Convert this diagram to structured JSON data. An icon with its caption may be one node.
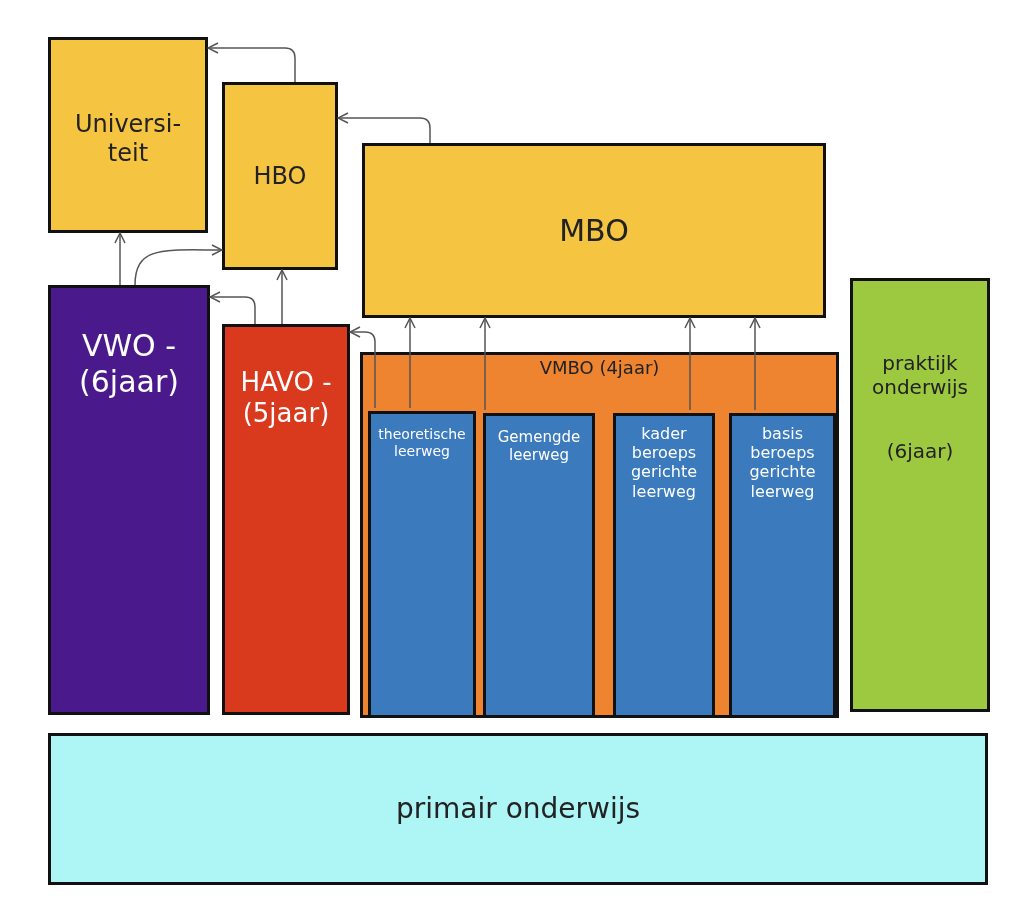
{
  "diagram": {
    "nodes": [
      {
        "text": [
          "Universi- teit"
        ]
      },
      {
        "text": [
          "HBO"
        ]
      },
      {
        "text": [
          "MBO"
        ]
      },
      {
        "text": [
          "VWO - (6jaar)"
        ]
      },
      {
        "text": [
          "HAVO - (5jaar)"
        ]
      },
      {
        "text": [
          "VMBO (4jaar)"
        ]
      },
      {
        "text": [
          "theoretische leerweg"
        ],
        "in": 5
      },
      {
        "text": [
          "Gemengde leerweg"
        ],
        "in": 5
      },
      {
        "text": [
          "kader beroeps gerichte leerweg"
        ],
        "in": 5
      },
      {
        "text": [
          "basis beroeps gerichte leerweg"
        ],
        "in": 5
      },
      {
        "text": [
          "praktijk onderwijs",
          "(6jaar)"
        ]
      },
      {
        "text": [
          "primair onderwijs"
        ]
      }
    ],
    "edges": [
      {
        "from": 1,
        "to": 0,
        "arrow": "to"
      },
      {
        "from": 2,
        "to": 1,
        "arrow": "to"
      },
      {
        "from": 3,
        "to": 0,
        "arrow": "to"
      },
      {
        "from": 3,
        "to": 1,
        "arrow": "to"
      },
      {
        "from": 4,
        "to": 3,
        "arrow": "to"
      },
      {
        "from": 4,
        "to": 1,
        "arrow": "to"
      },
      {
        "from": 6,
        "to": 4,
        "arrow": "to"
      },
      {
        "from": 6,
        "to": 2,
        "arrow": "to"
      },
      {
        "from": 7,
        "to": 2,
        "arrow": "to"
      },
      {
        "from": 8,
        "to": 2,
        "arrow": "to"
      },
      {
        "from": 9,
        "to": 2,
        "arrow": "to"
      }
    ]
  }
}
